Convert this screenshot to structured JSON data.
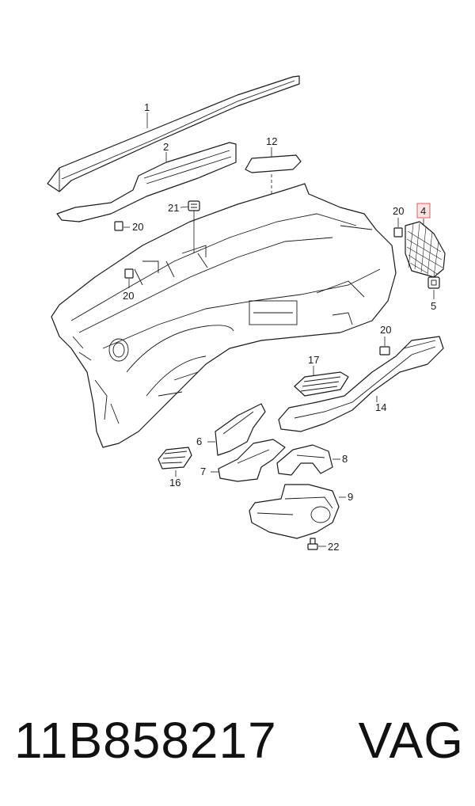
{
  "callouts": {
    "c1": "1",
    "c2": "2",
    "c4": "4",
    "c5": "5",
    "c6": "6",
    "c7": "7",
    "c8": "8",
    "c9": "9",
    "c12": "12",
    "c14": "14",
    "c16": "16",
    "c17": "17",
    "c20a": "20",
    "c20b": "20",
    "c20c": "20",
    "c20d": "20",
    "c21": "21",
    "c22": "22"
  },
  "highlighted_callout": "4",
  "highlight_color": "#e05a5a",
  "footer": {
    "part_number": "11B858217",
    "brand": "VAG"
  }
}
